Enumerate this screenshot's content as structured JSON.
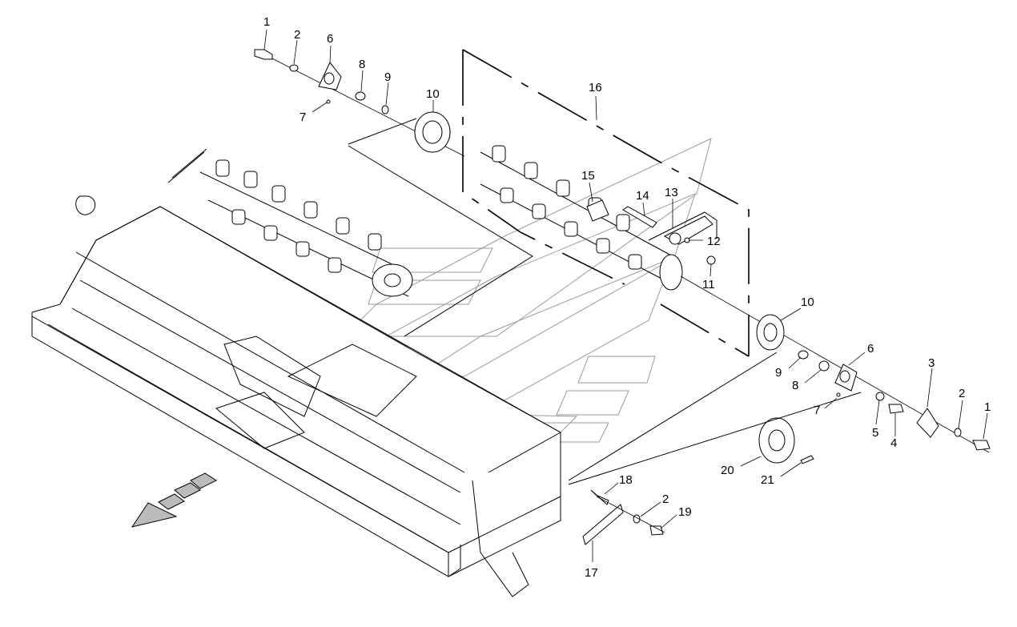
{
  "callouts": [
    {
      "id": "c1a",
      "text": "1"
    },
    {
      "id": "c2a",
      "text": "2"
    },
    {
      "id": "c6a",
      "text": "6"
    },
    {
      "id": "c7a",
      "text": "7"
    },
    {
      "id": "c8a",
      "text": "8"
    },
    {
      "id": "c9a",
      "text": "9"
    },
    {
      "id": "c10a",
      "text": "10"
    },
    {
      "id": "c16",
      "text": "16"
    },
    {
      "id": "c15",
      "text": "15"
    },
    {
      "id": "c14",
      "text": "14"
    },
    {
      "id": "c13",
      "text": "13"
    },
    {
      "id": "c12",
      "text": "12"
    },
    {
      "id": "c11",
      "text": "11"
    },
    {
      "id": "c10b",
      "text": "10"
    },
    {
      "id": "c6b",
      "text": "6"
    },
    {
      "id": "c9b",
      "text": "9"
    },
    {
      "id": "c8b",
      "text": "8"
    },
    {
      "id": "c7b",
      "text": "7"
    },
    {
      "id": "c3",
      "text": "3"
    },
    {
      "id": "c2b",
      "text": "2"
    },
    {
      "id": "c1b",
      "text": "1"
    },
    {
      "id": "c5",
      "text": "5"
    },
    {
      "id": "c4",
      "text": "4"
    },
    {
      "id": "c20",
      "text": "20"
    },
    {
      "id": "c21",
      "text": "21"
    },
    {
      "id": "c18",
      "text": "18"
    },
    {
      "id": "c2c",
      "text": "2"
    },
    {
      "id": "c19",
      "text": "19"
    },
    {
      "id": "c17",
      "text": "17"
    }
  ]
}
